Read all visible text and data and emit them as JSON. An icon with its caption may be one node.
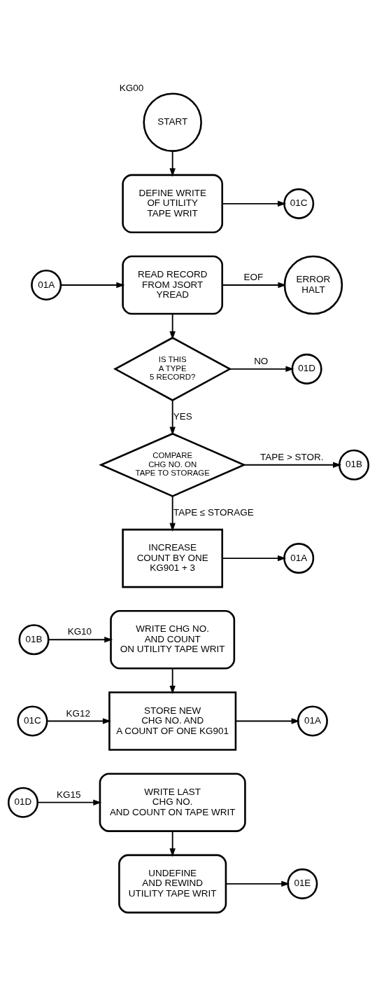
{
  "diagram": {
    "nodes": [
      {
        "text": [
          "START"
        ],
        "beside": [
          "KG00"
        ]
      },
      {
        "text": [
          "DEFINE WRITE OF UTILITY TAPE WRIT"
        ]
      },
      {
        "text": [
          "01C"
        ]
      },
      {
        "text": [
          "01A"
        ]
      },
      {
        "text": [
          "READ RECORD FROM JSORT YREAD"
        ]
      },
      {
        "text": [
          "ERROR HALT"
        ]
      },
      {
        "text": [
          "IS THIS A TYPE 5 RECORD?"
        ]
      },
      {
        "text": [
          "01D"
        ]
      },
      {
        "text": [
          "COMPARE CHG NO. ON TAPE TO STORAGE"
        ]
      },
      {
        "text": [
          "01B"
        ]
      },
      {
        "text": [
          "INCREASE COUNT BY ONE KG901 + 3"
        ]
      },
      {
        "text": [
          "01A"
        ]
      },
      {
        "text": [
          "01B"
        ]
      },
      {
        "text": [
          "WRITE CHG NO. AND COUNT ON UTILITY TAPE WRIT"
        ]
      },
      {
        "text": [
          "01C"
        ]
      },
      {
        "text": [
          "STORE NEW CHG NO. AND A COUNT OF ONE KG901"
        ]
      },
      {
        "text": [
          "01A"
        ]
      },
      {
        "text": [
          "01D"
        ]
      },
      {
        "text": [
          "WRITE LAST CHG NO. AND COUNT ON TAPE WRIT"
        ]
      },
      {
        "text": [
          "UNDEFINE AND REWIND UTILITY TAPE WRIT"
        ]
      },
      {
        "text": [
          "01E"
        ]
      }
    ],
    "edges": [
      {
        "from": 0,
        "to": 1,
        "arrow": "to"
      },
      {
        "from": 1,
        "to": 2,
        "arrow": "to"
      },
      {
        "from": 3,
        "to": 4,
        "arrow": "to"
      },
      {
        "from": 4,
        "to": 5,
        "arrow": "to",
        "label": "EOF"
      },
      {
        "from": 4,
        "to": 6,
        "arrow": "to"
      },
      {
        "from": 6,
        "to": 7,
        "arrow": "to",
        "label": "NO"
      },
      {
        "from": 6,
        "to": 8,
        "arrow": "to",
        "label": "YES"
      },
      {
        "from": 8,
        "to": 9,
        "arrow": "to",
        "label": "TAPE > STOR."
      },
      {
        "from": 8,
        "to": 10,
        "arrow": "to",
        "label": "TAPE ≤ STORAGE"
      },
      {
        "from": 10,
        "to": 11,
        "arrow": "to"
      },
      {
        "from": 12,
        "to": 13,
        "arrow": "to",
        "label": "KG10"
      },
      {
        "from": 13,
        "to": 15,
        "arrow": "to"
      },
      {
        "from": 14,
        "to": 15,
        "arrow": "to",
        "label": "KG12"
      },
      {
        "from": 15,
        "to": 16,
        "arrow": "to"
      },
      {
        "from": 17,
        "to": 18,
        "arrow": "to",
        "label": "KG15"
      },
      {
        "from": 18,
        "to": 19,
        "arrow": "to"
      },
      {
        "from": 19,
        "to": 20,
        "arrow": "to"
      }
    ]
  }
}
